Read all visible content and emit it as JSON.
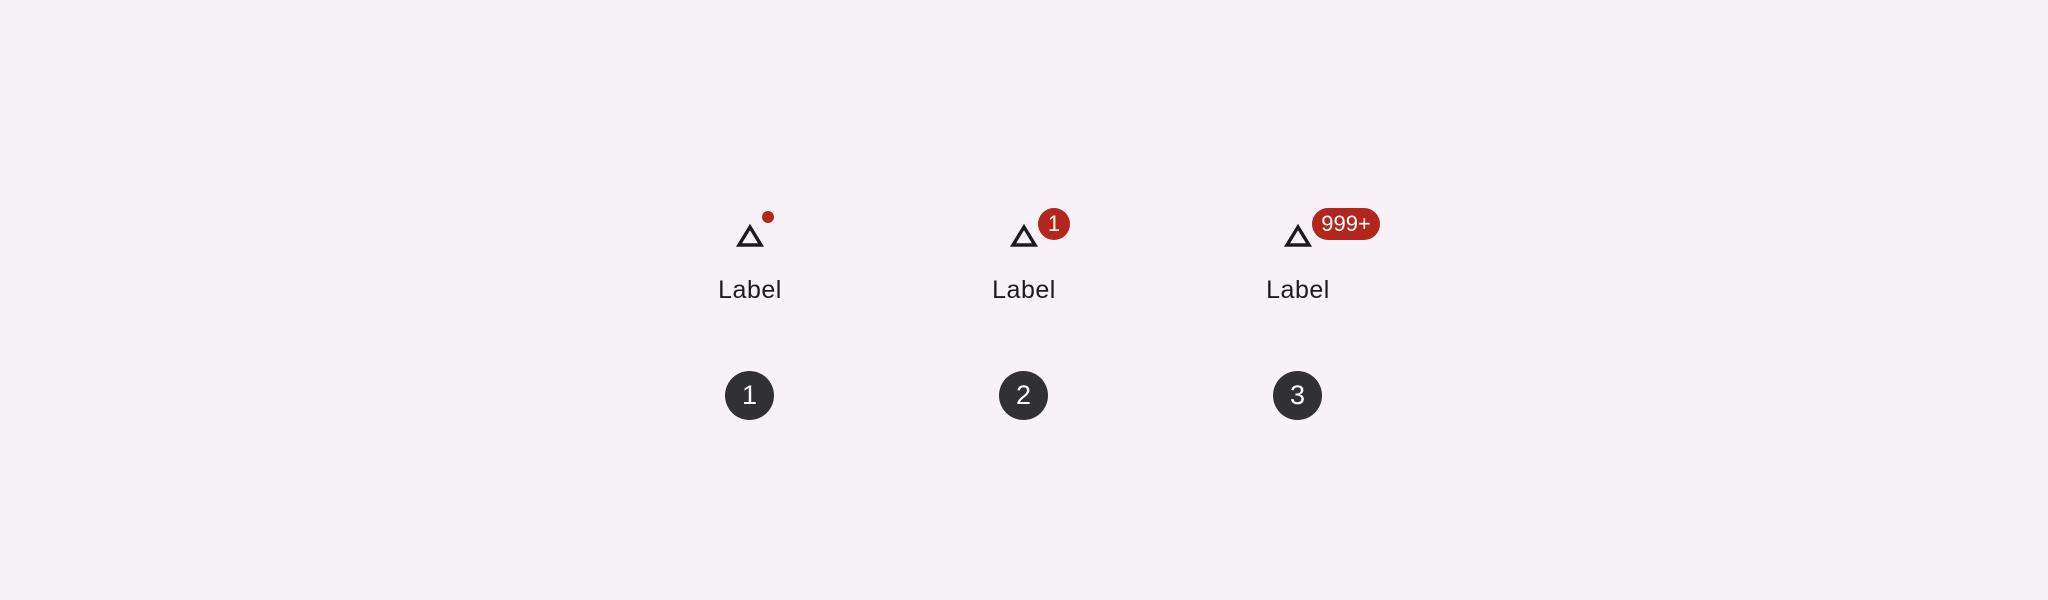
{
  "colors": {
    "background": "#F6F2F8",
    "badge": "#B3261E",
    "icon": "#1D1B20",
    "label": "#1D1B20",
    "marker": "#313033",
    "on_badge": "#FFFFFF"
  },
  "items": [
    {
      "label": "Label",
      "icon": "triangle-icon",
      "badge_type": "dot",
      "badge_text": ""
    },
    {
      "label": "Label",
      "icon": "triangle-icon",
      "badge_type": "count",
      "badge_text": "1"
    },
    {
      "label": "Label",
      "icon": "triangle-icon",
      "badge_type": "count",
      "badge_text": "999+"
    }
  ],
  "markers": [
    "1",
    "2",
    "3"
  ]
}
